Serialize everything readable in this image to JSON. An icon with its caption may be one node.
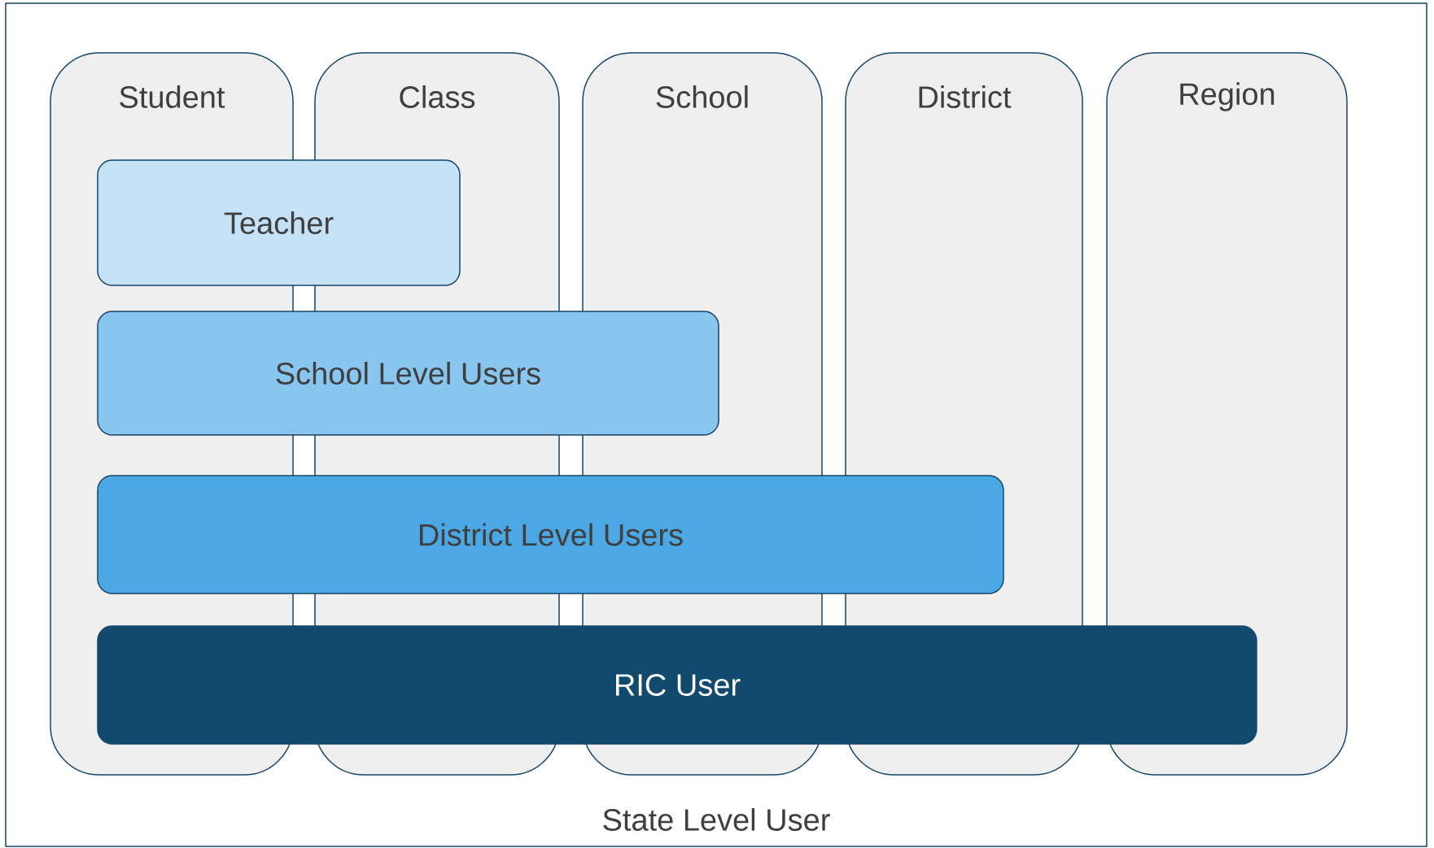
{
  "diagram": {
    "nodes": [
      {
        "text": [
          "State Level User"
        ]
      },
      {
        "text": [
          "Student"
        ],
        "in": 0
      },
      {
        "text": [
          "Class"
        ],
        "in": 0
      },
      {
        "text": [
          "School"
        ],
        "in": 0
      },
      {
        "text": [
          "District"
        ],
        "in": 0
      },
      {
        "text": [
          "Region"
        ],
        "in": 0
      },
      {
        "text": [
          "Teacher"
        ],
        "in": 0
      },
      {
        "text": [
          "School Level Users"
        ],
        "in": 0
      },
      {
        "text": [
          "District Level Users"
        ],
        "in": 0
      },
      {
        "text": [
          "RIC User"
        ],
        "in": 0
      }
    ]
  }
}
